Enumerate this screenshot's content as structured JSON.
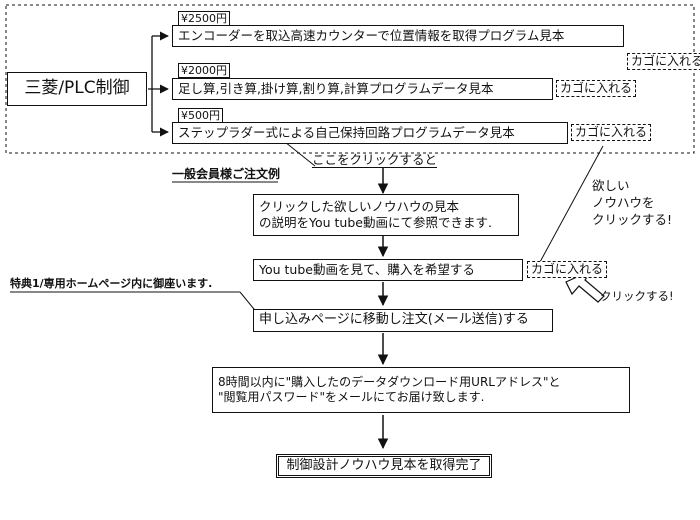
{
  "main_box": {
    "label": "三菱/PLC制御"
  },
  "products": [
    {
      "price": "¥2500円",
      "title": "エンコーダーを取込高速カウンターで位置情報を取得プログラム見本",
      "cart": "カゴに入れる"
    },
    {
      "price": "¥2000円",
      "title": "足し算,引き算,掛け算,割り算,計算プログラムデータ見本",
      "cart": "カゴに入れる"
    },
    {
      "price": "¥500円",
      "title": "ステップラダー式による自己保持回路プログラムデータ見本",
      "cart": "カゴに入れる"
    }
  ],
  "click_here": "ここをクリックすると",
  "example_label": "一般会員様ご注文例",
  "steps": {
    "step1_line1": "クリックした欲しいノウハウの見本",
    "step1_line2": "の説明をYou tube動画にて参照できます.",
    "step2": "You tube動画を見て、購入を希望する",
    "step2_cart": "カゴに入れる",
    "step3": "申し込みページに移動し注文(メール送信)する",
    "step4_line1": "8時間以内に\"購入したのデータダウンロード用URLアドレス\"と",
    "step4_line2": "\"閲覧用パスワード\"をメールにてお届け致します.",
    "step5": "制御設計ノウハウ見本を取得完了"
  },
  "side_note": {
    "line1": "欲しい",
    "line2": "ノウハウを",
    "line3": "クリックする!"
  },
  "click_label": "クリックする!",
  "bonus": "特典1/専用ホームページ内に御座います."
}
